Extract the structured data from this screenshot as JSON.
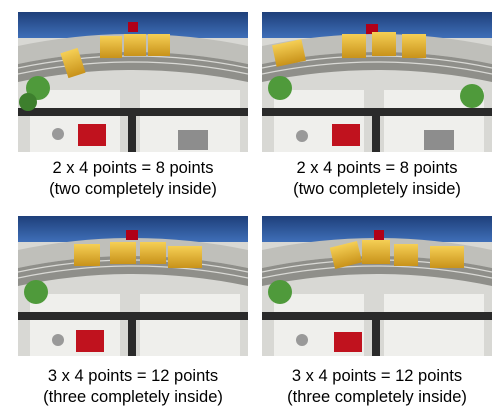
{
  "panels": [
    {
      "caption_line1": "2 x 4 points = 8 points",
      "caption_line2": "(two completely inside)"
    },
    {
      "caption_line1": "2 x 4 points = 8 points",
      "caption_line2": "(two completely inside)"
    },
    {
      "caption_line1": "3 x 4 points = 12 points",
      "caption_line2": "(three completely inside)"
    },
    {
      "caption_line1": "3 x 4 points = 12 points",
      "caption_line2": "(three completely inside)"
    }
  ],
  "colors": {
    "water": "#2f5ea8",
    "mat": "#dcdcd8",
    "track": "#8f8f8a",
    "element": "#e7b52a",
    "marker": "#c0121e",
    "grass": "#4f9a3b"
  }
}
